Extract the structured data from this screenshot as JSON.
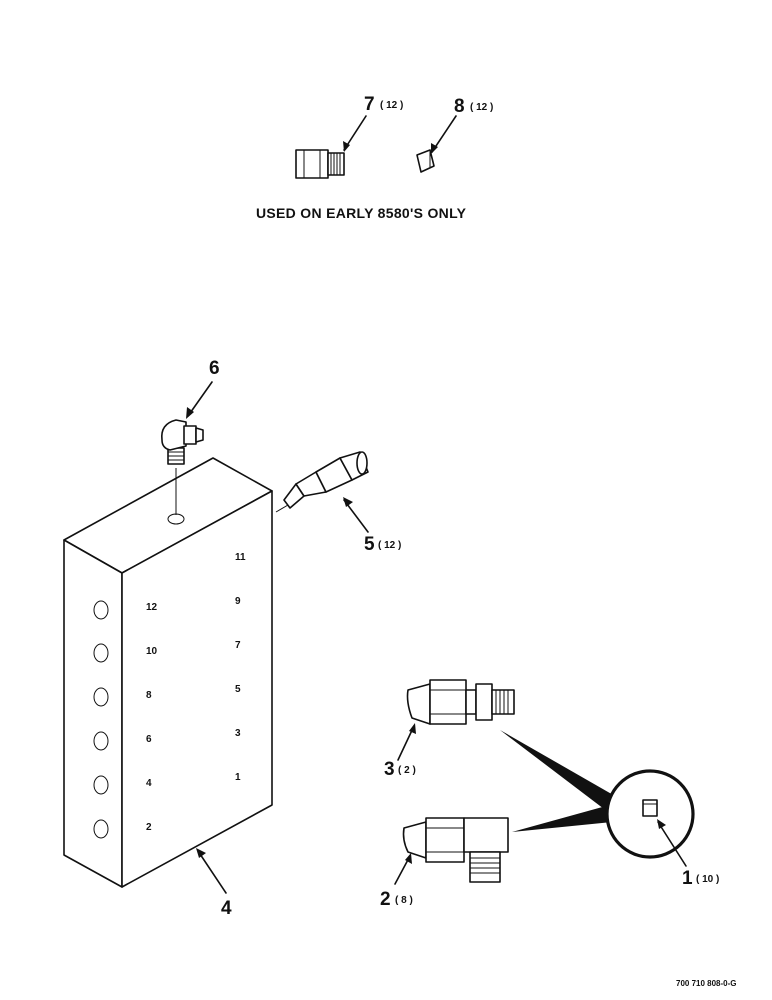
{
  "note": "USED ON EARLY 8580'S ONLY",
  "drawing_id": "700 710 808-0-G",
  "callouts": [
    {
      "item": "7",
      "qty": "( 12 )"
    },
    {
      "item": "8",
      "qty": "( 12 )"
    },
    {
      "item": "6",
      "qty": ""
    },
    {
      "item": "5",
      "qty": "( 12 )"
    },
    {
      "item": "4",
      "qty": ""
    },
    {
      "item": "3",
      "qty": "( 2 )"
    },
    {
      "item": "2",
      "qty": "( 8 )"
    },
    {
      "item": "1",
      "qty": "( 10 )"
    }
  ],
  "ports_left": [
    "12",
    "10",
    "8",
    "6",
    "4",
    "2"
  ],
  "ports_right": [
    "11",
    "9",
    "7",
    "5",
    "3",
    "1"
  ]
}
